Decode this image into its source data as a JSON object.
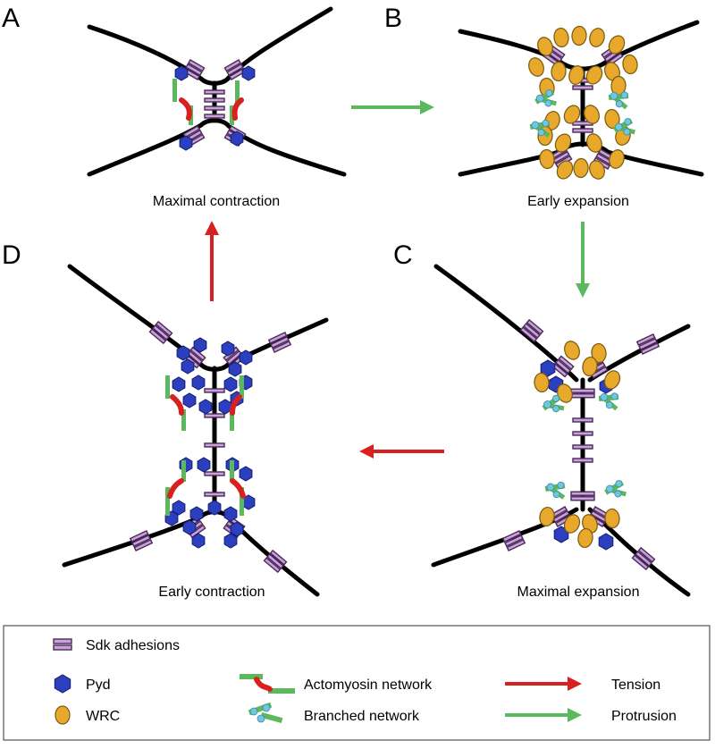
{
  "panels": {
    "A": {
      "letter": "A",
      "caption": "Maximal contraction"
    },
    "B": {
      "letter": "B",
      "caption": "Early expansion"
    },
    "C": {
      "letter": "C",
      "caption": "Maximal expansion"
    },
    "D": {
      "letter": "D",
      "caption": "Early contraction"
    }
  },
  "legend": {
    "sdk": "Sdk adhesions",
    "pyd": "Pyd",
    "wrc": "WRC",
    "actomyosin": "Actomyosin network",
    "branched": "Branched network",
    "tension": "Tension",
    "protrusion": "Protrusion"
  },
  "colors": {
    "tension": "#d92020",
    "protrusion": "#5cb85c",
    "pyd": "#2b3fbf",
    "wrc": "#e7a82b",
    "sdk": "#c8a2d8"
  }
}
